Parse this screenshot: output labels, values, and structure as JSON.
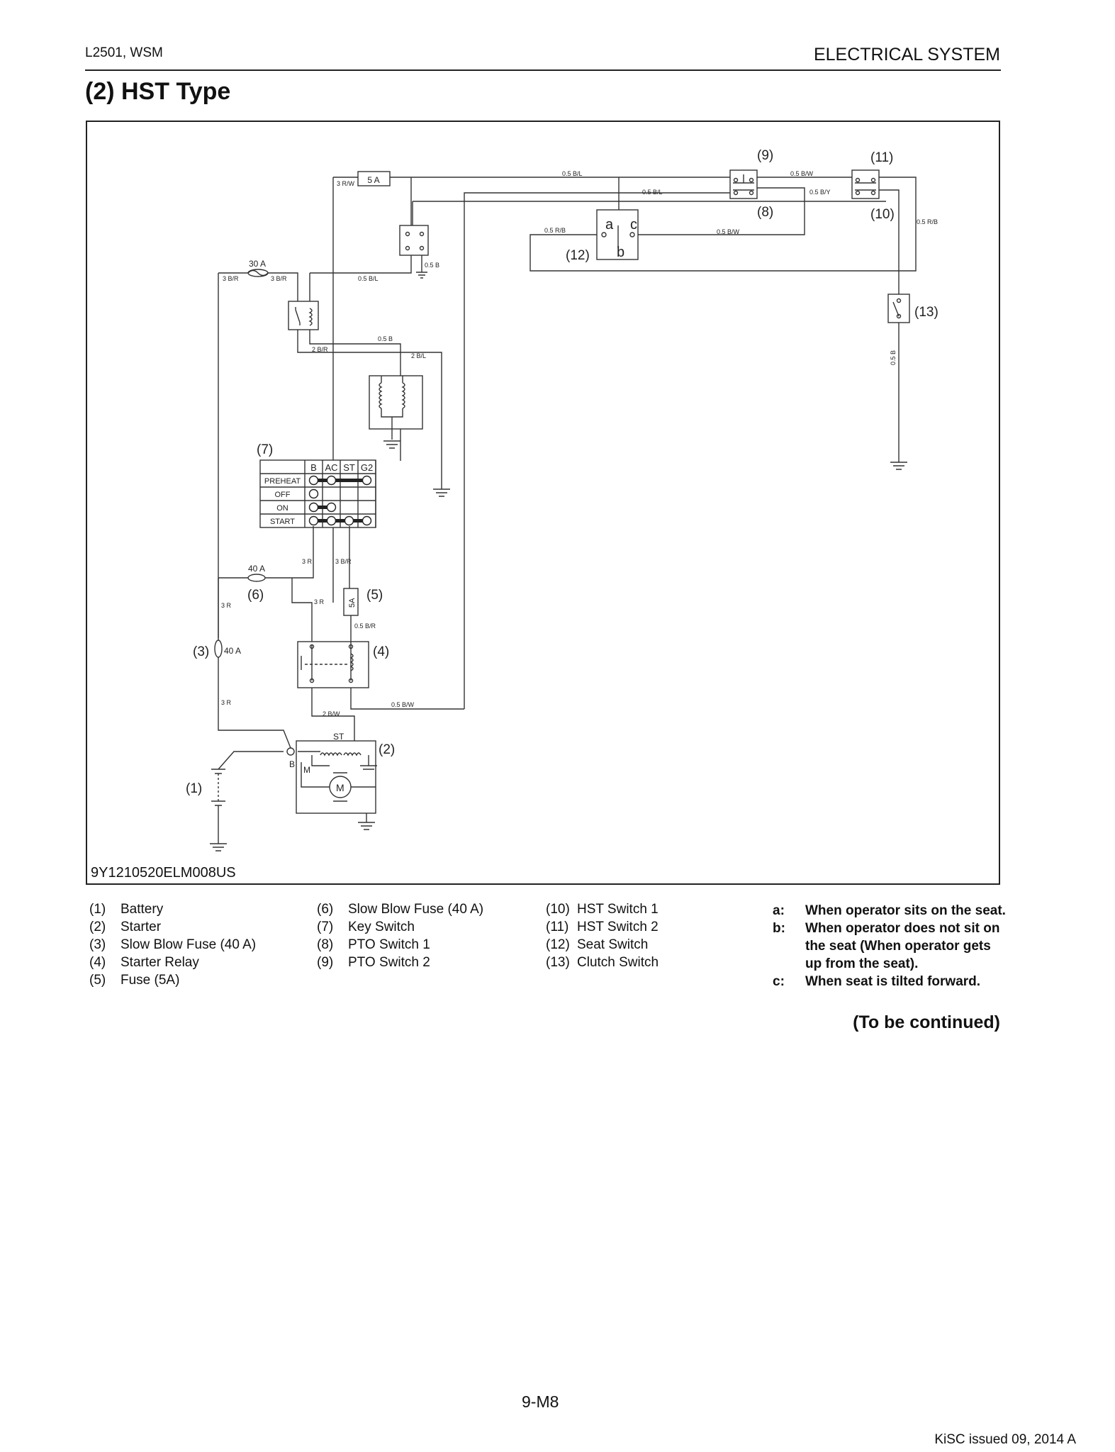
{
  "header": {
    "model": "L2501, WSM",
    "section": "ELECTRICAL SYSTEM"
  },
  "title": "(2) HST Type",
  "figure_code": "9Y1210520ELM008US",
  "diagram": {
    "refs": {
      "r1": "(1)",
      "r2": "(2)",
      "r3": "(3)",
      "r4": "(4)",
      "r5": "(5)",
      "r6": "(6)",
      "r7": "(7)",
      "r8": "(8)",
      "r9": "(9)",
      "r10": "(10)",
      "r11": "(11)",
      "r12": "(12)",
      "r13": "(13)"
    },
    "fuse_5a": "5 A",
    "fuse_30a": "30 A",
    "fuse_40a_6": "40 A",
    "fuse_40a_3": "40 A",
    "fuse_5a_vertical": "5A",
    "seat_a": "a",
    "seat_b": "b",
    "seat_c": "c",
    "starter_st": "ST",
    "starter_b": "B",
    "starter_m": "M",
    "motor": "M",
    "wires": {
      "w_3rw": "3 R/W",
      "w_05bl_top": "0.5 B/L",
      "w_05bl_2": "0.5 B/L",
      "w_05bw_top": "0.5 B/W",
      "w_05by": "0.5 B/Y",
      "w_05rb_right": "0.5 R/B",
      "w_05rb_seat": "0.5 R/B",
      "w_05bw_seat": "0.5 B/W",
      "w_05b_relay": "0.5 B",
      "w_3br_a": "3 B/R",
      "w_3br_b": "3 B/R",
      "w_05bl_mid": "0.5 B/L",
      "w_05b_mid": "0.5 B",
      "w_2br": "2 B/R",
      "w_2bl": "2 B/L",
      "w_05b_clutch": "0.5 B",
      "w_3r_a": "3 R",
      "w_3br_c": "3 B/R",
      "w_3r_b": "3 R",
      "w_3r_c": "3 R",
      "w_05br": "0.5 B/R",
      "w_3r_d": "3 R",
      "w_2bw": "2 B/W",
      "w_05bw_low": "0.5 B/W"
    },
    "key_switch": {
      "columns": [
        "B",
        "AC",
        "ST",
        "G2"
      ],
      "rows": [
        "PREHEAT",
        "OFF",
        "ON",
        "START"
      ]
    }
  },
  "legend": {
    "col1": [
      {
        "num": "(1)",
        "label": "Battery"
      },
      {
        "num": "(2)",
        "label": "Starter"
      },
      {
        "num": "(3)",
        "label": "Slow Blow Fuse (40 A)"
      },
      {
        "num": "(4)",
        "label": "Starter Relay"
      },
      {
        "num": "(5)",
        "label": "Fuse (5A)"
      }
    ],
    "col2": [
      {
        "num": "(6)",
        "label": "Slow Blow Fuse (40 A)"
      },
      {
        "num": "(7)",
        "label": "Key Switch"
      },
      {
        "num": "(8)",
        "label": "PTO Switch 1"
      },
      {
        "num": "(9)",
        "label": "PTO Switch 2"
      }
    ],
    "col3": [
      {
        "num": "(10)",
        "label": "HST Switch 1"
      },
      {
        "num": "(11)",
        "label": "HST Switch 2"
      },
      {
        "num": "(12)",
        "label": "Seat Switch"
      },
      {
        "num": "(13)",
        "label": "Clutch Switch"
      }
    ]
  },
  "notes": [
    {
      "key": "a:",
      "text": "When operator sits on the seat."
    },
    {
      "key": "b:",
      "text": "When operator does not sit on the seat (When operator gets up from the seat)."
    },
    {
      "key": "c:",
      "text": "When seat is tilted forward."
    }
  ],
  "continued": "(To be continued)",
  "page_number": "9-M8",
  "issued": "KiSC issued 09, 2014 A"
}
